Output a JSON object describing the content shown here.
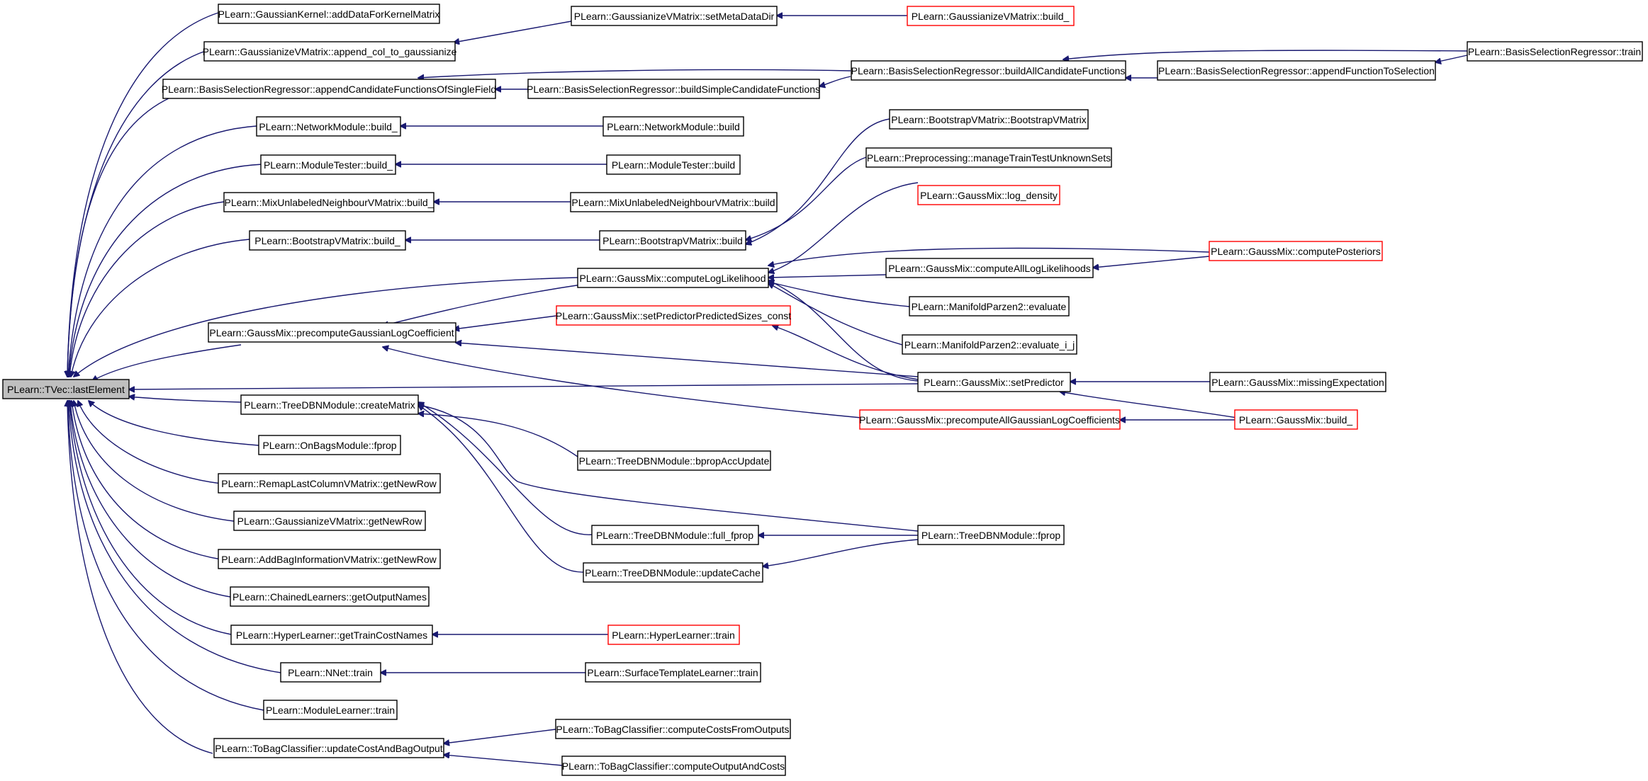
{
  "graph": {
    "root": "PLearn::TVec::lastElement",
    "nodes": {
      "root": {
        "label": "PLearn::TVec::lastElement"
      },
      "gk_add": {
        "label": "PLearn::GaussianKernel::addDataForKernelMatrix"
      },
      "gv_append": {
        "label": "PLearn::GaussianizeVMatrix::append_col_to_gaussianize"
      },
      "gv_setmeta": {
        "label": "PLearn::GaussianizeVMatrix::setMetaDataDir"
      },
      "gv_build_": {
        "label": "PLearn::GaussianizeVMatrix::build_"
      },
      "bsr_append_single": {
        "label": "PLearn::BasisSelectionRegressor::appendCandidateFunctionsOfSingleField"
      },
      "bsr_simple": {
        "label": "PLearn::BasisSelectionRegressor::buildSimpleCandidateFunctions"
      },
      "bsr_all": {
        "label": "PLearn::BasisSelectionRegressor::buildAllCandidateFunctions"
      },
      "bsr_append_sel": {
        "label": "PLearn::BasisSelectionRegressor::appendFunctionToSelection"
      },
      "bsr_train": {
        "label": "PLearn::BasisSelectionRegressor::train"
      },
      "nm_build_": {
        "label": "PLearn::NetworkModule::build_"
      },
      "nm_build": {
        "label": "PLearn::NetworkModule::build"
      },
      "mt_build_": {
        "label": "PLearn::ModuleTester::build_"
      },
      "mt_build": {
        "label": "PLearn::ModuleTester::build"
      },
      "mu_build_": {
        "label": "PLearn::MixUnlabeledNeighbourVMatrix::build_"
      },
      "mu_build": {
        "label": "PLearn::MixUnlabeledNeighbourVMatrix::build"
      },
      "bv_build_": {
        "label": "PLearn::BootstrapVMatrix::build_"
      },
      "bv_build": {
        "label": "PLearn::BootstrapVMatrix::build"
      },
      "bv_ctor": {
        "label": "PLearn::BootstrapVMatrix::BootstrapVMatrix"
      },
      "pp_manage": {
        "label": "PLearn::Preprocessing::manageTrainTestUnknownSets"
      },
      "gm_logdensity": {
        "label": "PLearn::GaussMix::log_density"
      },
      "gm_posteriors": {
        "label": "PLearn::GaussMix::computePosteriors"
      },
      "gm_compLL": {
        "label": "PLearn::GaussMix::computeLogLikelihood"
      },
      "gm_compAllLL": {
        "label": "PLearn::GaussMix::computeAllLogLikelihoods"
      },
      "mp_eval": {
        "label": "PLearn::ManifoldParzen2::evaluate"
      },
      "mp_eval_ij": {
        "label": "PLearn::ManifoldParzen2::evaluate_i_j"
      },
      "gm_precomp": {
        "label": "PLearn::GaussMix::precomputeGaussianLogCoefficient"
      },
      "gm_setpred_sizes": {
        "label": "PLearn::GaussMix::setPredictorPredictedSizes_const"
      },
      "gm_setpred": {
        "label": "PLearn::GaussMix::setPredictor"
      },
      "gm_missing": {
        "label": "PLearn::GaussMix::missingExpectation"
      },
      "gm_precompAll": {
        "label": "PLearn::GaussMix::precomputeAllGaussianLogCoefficients"
      },
      "gm_build_": {
        "label": "PLearn::GaussMix::build_"
      },
      "tdbn_create": {
        "label": "PLearn::TreeDBNModule::createMatrix"
      },
      "tdbn_bprop": {
        "label": "PLearn::TreeDBNModule::bpropAccUpdate"
      },
      "tdbn_fullfprop": {
        "label": "PLearn::TreeDBNModule::full_fprop"
      },
      "tdbn_fprop": {
        "label": "PLearn::TreeDBNModule::fprop"
      },
      "tdbn_update": {
        "label": "PLearn::TreeDBNModule::updateCache"
      },
      "ob_fprop": {
        "label": "PLearn::OnBagsModule::fprop"
      },
      "rl_getnew": {
        "label": "PLearn::RemapLastColumnVMatrix::getNewRow"
      },
      "gv_getnew": {
        "label": "PLearn::GaussianizeVMatrix::getNewRow"
      },
      "ab_getnew": {
        "label": "PLearn::AddBagInformationVMatrix::getNewRow"
      },
      "cl_getout": {
        "label": "PLearn::ChainedLearners::getOutputNames"
      },
      "hl_gettrain": {
        "label": "PLearn::HyperLearner::getTrainCostNames"
      },
      "hl_train": {
        "label": "PLearn::HyperLearner::train"
      },
      "nnet_train": {
        "label": "PLearn::NNet::train"
      },
      "st_train": {
        "label": "PLearn::SurfaceTemplateLearner::train"
      },
      "ml_train": {
        "label": "PLearn::ModuleLearner::train"
      },
      "tb_update": {
        "label": "PLearn::ToBagClassifier::updateCostAndBagOutput"
      },
      "tb_costs": {
        "label": "PLearn::ToBagClassifier::computeCostsFromOutputs"
      },
      "tb_outcosts": {
        "label": "PLearn::ToBagClassifier::computeOutputAndCosts"
      }
    },
    "colors": {
      "edge": "#191970",
      "border": "#000000",
      "truncated_border": "#ff0000",
      "root_fill": "#bfbfbf"
    }
  }
}
